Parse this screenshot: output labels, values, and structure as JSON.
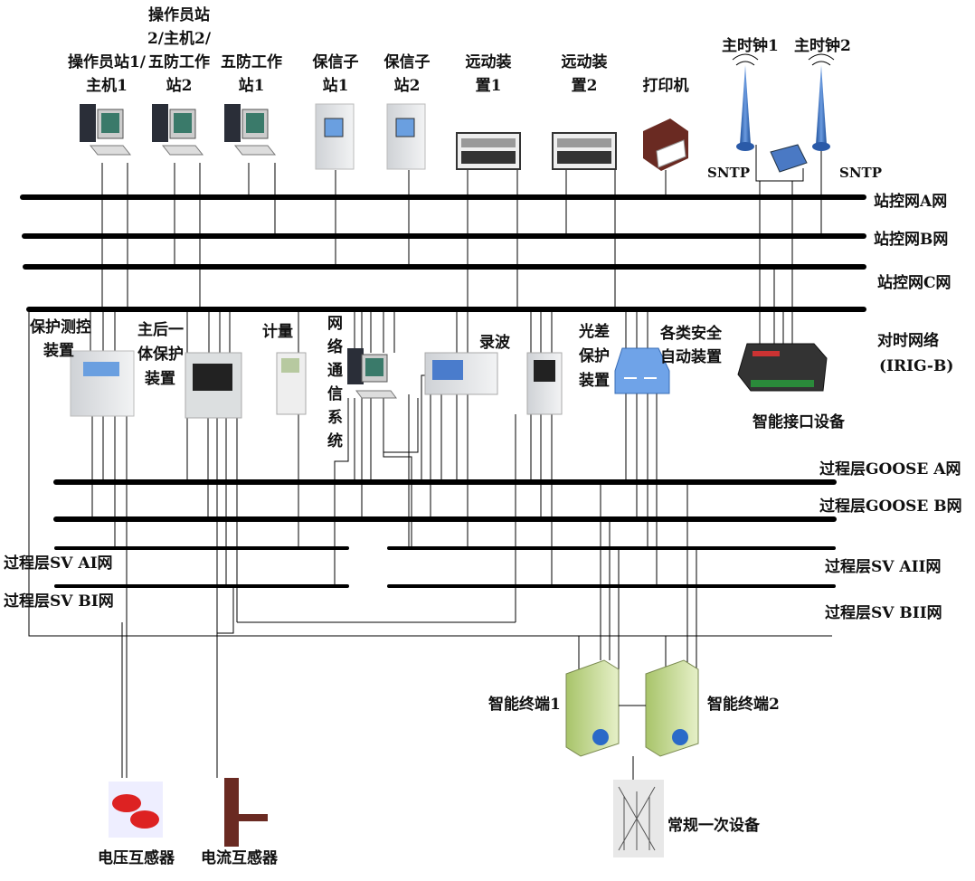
{
  "top_devices": [
    {
      "lines": [
        "操作员站1/",
        "主机1"
      ],
      "icon": "computer-icon"
    },
    {
      "lines": [
        "操作员站",
        "2/主机2/",
        "五防工作",
        "站2"
      ],
      "icon": "computer-icon"
    },
    {
      "lines": [
        "五防工作",
        "站1"
      ],
      "icon": "computer-icon"
    },
    {
      "lines": [
        "保信子",
        "站1"
      ],
      "icon": "cabinet-icon"
    },
    {
      "lines": [
        "保信子",
        "站2"
      ],
      "icon": "cabinet-icon"
    },
    {
      "lines": [
        "远动装",
        "置1"
      ],
      "icon": "rack-icon"
    },
    {
      "lines": [
        "远动装",
        "置2"
      ],
      "icon": "rack-icon"
    },
    {
      "lines": [
        "打印机"
      ],
      "icon": "printer-icon"
    }
  ],
  "clocks": {
    "clock1": "主时钟1",
    "clock2": "主时钟2",
    "sntp1": "SNTP",
    "sntp2": "SNTP"
  },
  "buses": {
    "station_a": "站控网A网",
    "station_b": "站控网B网",
    "station_c": "站控网C网",
    "time_sync": [
      "对时网络",
      "(IRIG-B)"
    ],
    "goose_a": "过程层GOOSE A网",
    "goose_b": "过程层GOOSE B网",
    "sv_ai": "过程层SV AI网",
    "sv_aii": "过程层SV AII网",
    "sv_bi": "过程层SV BI网",
    "sv_bii": "过程层SV BII网"
  },
  "bay_devices": {
    "protection_control": [
      "保护测控",
      "装置"
    ],
    "integrated_protection": [
      "主后一",
      "体保护",
      "装置"
    ],
    "metering": [
      "计量"
    ],
    "network_comm": [
      "网",
      "络",
      "通",
      "信",
      "系",
      "统"
    ],
    "recorder": [
      "录波"
    ],
    "differential": [
      "光差",
      "保护",
      "装置"
    ],
    "safety_auto": [
      "各类安全",
      "自动装置"
    ],
    "smart_interface": [
      "智能接口设备"
    ]
  },
  "field_devices": {
    "terminal1": "智能终端1",
    "terminal2": "智能终端2",
    "primary": "常规一次设备",
    "vt": "电压互感器",
    "ct": "电流互感器"
  },
  "colors": {
    "bus": "#000000",
    "antenna": "#3a6db5",
    "screen": "#6a9fe0",
    "cabinet": "#e4e6e8",
    "server": "#cfe0a8"
  }
}
